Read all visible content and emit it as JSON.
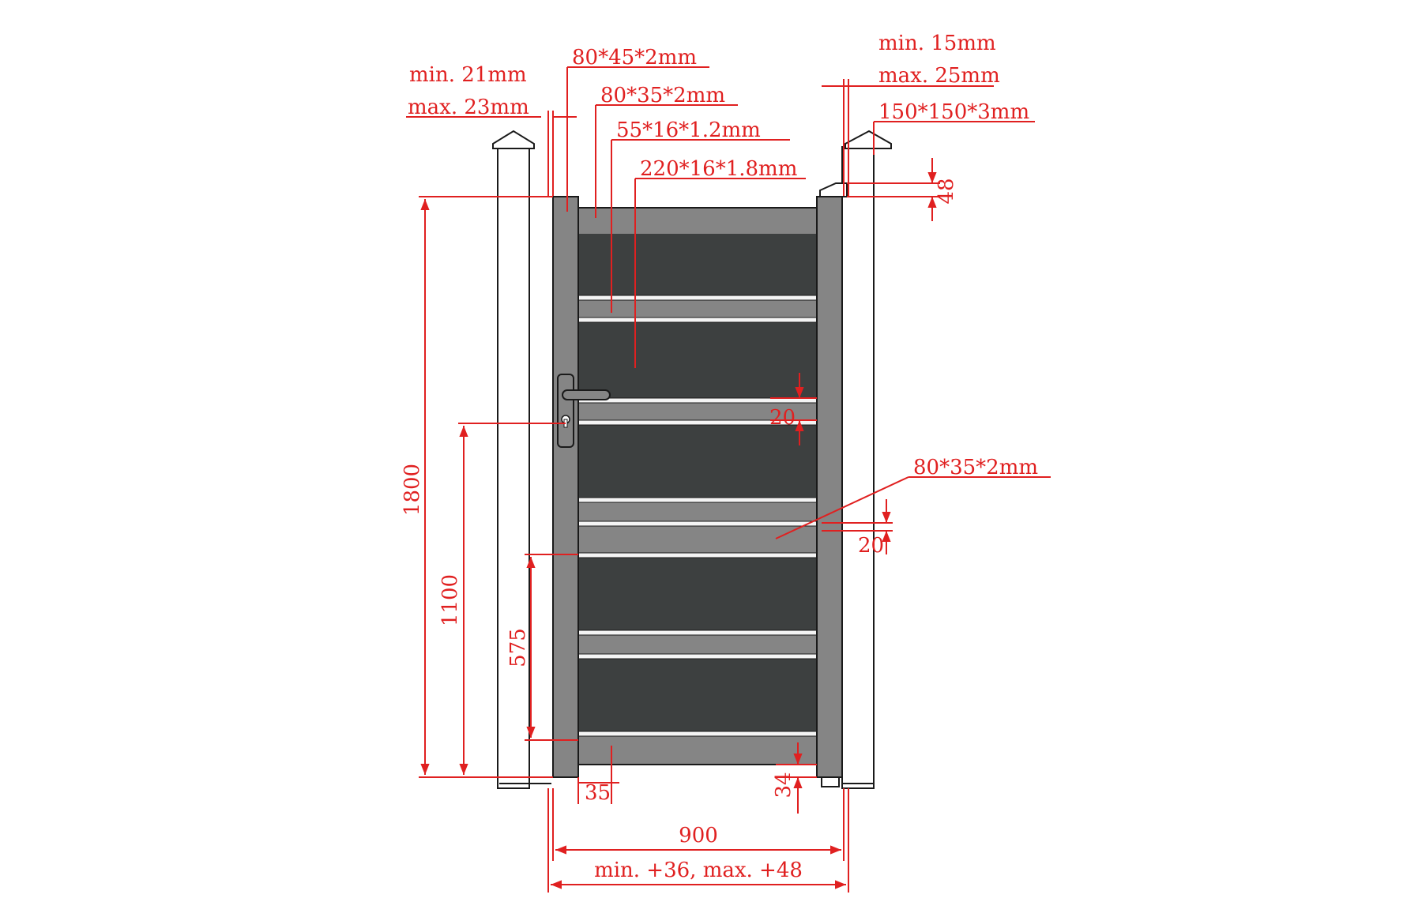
{
  "labels": {
    "min_21": "min. 21mm",
    "max_23": "max. 23mm",
    "profile_80_45": "80*45*2mm",
    "profile_80_35_top": "80*35*2mm",
    "profile_55_16": "55*16*1.2mm",
    "profile_220_16": "220*16*1.8mm",
    "min_15": "min. 15mm",
    "max_25": "max. 25mm",
    "post_150": "150*150*3mm",
    "dim_48": "48",
    "dim_1800": "1800",
    "dim_1100": "1100",
    "dim_575": "575",
    "dim_20_upper": "20",
    "profile_80_35_mid": "80*35*2mm",
    "dim_20_lower": "20",
    "dim_35": "35",
    "dim_34": "34",
    "dim_900": "900",
    "dim_tolerance": "min. +36, max. +48"
  },
  "colors": {
    "dimension": "#e02020",
    "frame": "#858585",
    "panel": "#3d4040",
    "spacer": "#f4f4f4",
    "post": "#ffffff",
    "outline": "#1a1a1a"
  },
  "icons": {
    "handle": "lever-handle-icon",
    "keyhole": "keyhole-icon",
    "post_cap": "post-cap-icon"
  }
}
